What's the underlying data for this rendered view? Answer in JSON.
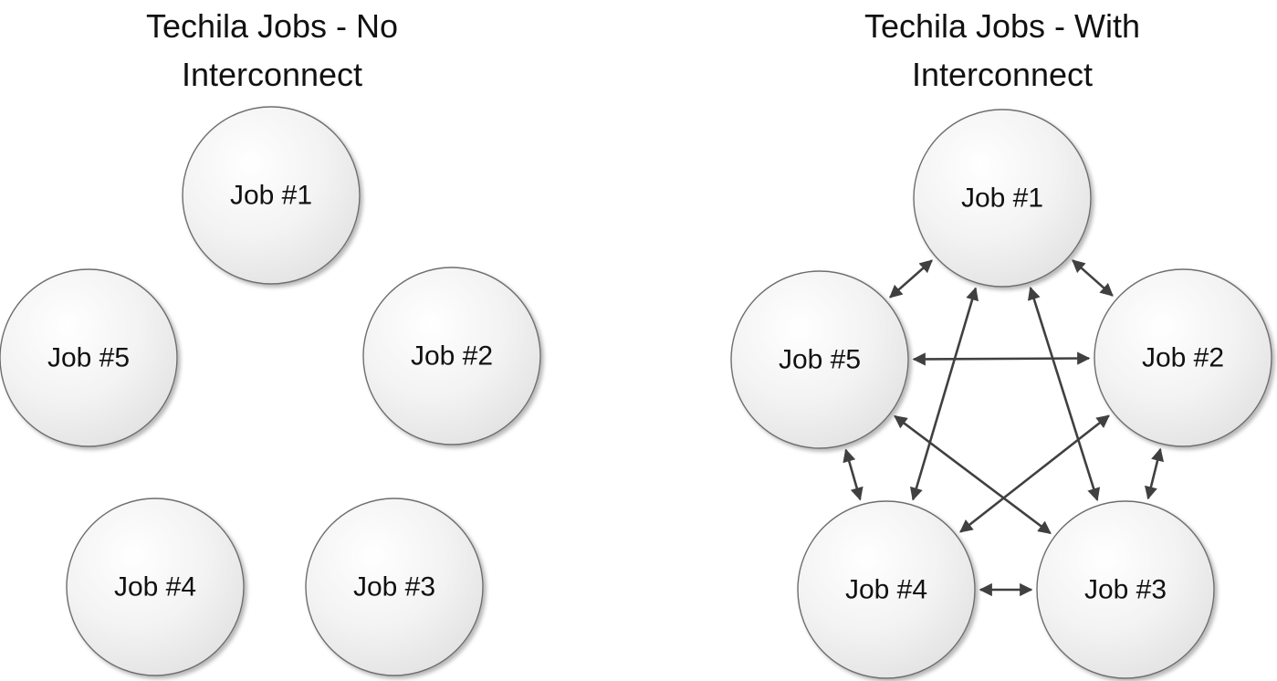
{
  "diagrams": [
    {
      "id": "left",
      "title_line1": "Techila Jobs - No",
      "title_line2": "Interconnect",
      "nodes": [
        {
          "label": "Job #1"
        },
        {
          "label": "Job #2"
        },
        {
          "label": "Job #3"
        },
        {
          "label": "Job #4"
        },
        {
          "label": "Job #5"
        }
      ],
      "connections": []
    },
    {
      "id": "right",
      "title_line1": "Techila Jobs - With",
      "title_line2": "Interconnect",
      "nodes": [
        {
          "label": "Job #1"
        },
        {
          "label": "Job #2"
        },
        {
          "label": "Job #3"
        },
        {
          "label": "Job #4"
        },
        {
          "label": "Job #5"
        }
      ],
      "connections": [
        [
          "Job #1",
          "Job #2"
        ],
        [
          "Job #1",
          "Job #3"
        ],
        [
          "Job #1",
          "Job #4"
        ],
        [
          "Job #1",
          "Job #5"
        ],
        [
          "Job #2",
          "Job #3"
        ],
        [
          "Job #2",
          "Job #4"
        ],
        [
          "Job #2",
          "Job #5"
        ],
        [
          "Job #3",
          "Job #4"
        ],
        [
          "Job #3",
          "Job #5"
        ],
        [
          "Job #4",
          "Job #5"
        ]
      ],
      "connection_style": "bidirectional-arrow"
    }
  ],
  "colors": {
    "node_fill_light": "#ffffff",
    "node_fill_dark": "#e2e2e2",
    "node_stroke": "#6e6e6e",
    "connector": "#404040",
    "text": "#111111"
  }
}
